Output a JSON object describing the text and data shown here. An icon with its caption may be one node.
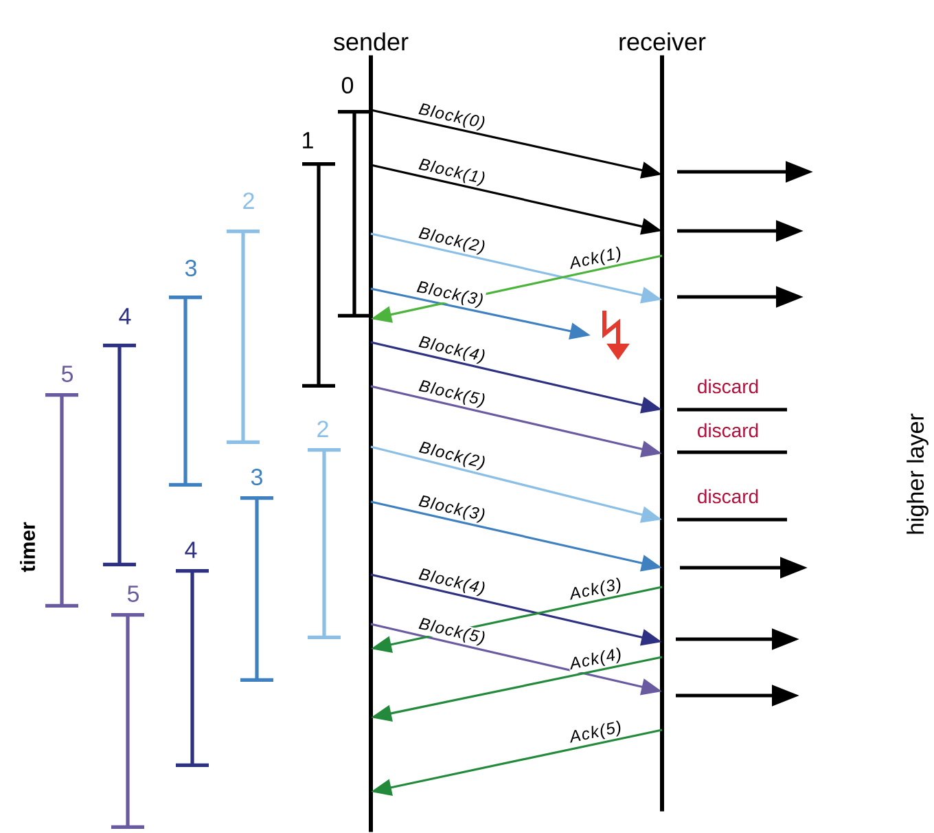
{
  "diagram": {
    "nodes": [
      {
        "text": [
          "sender"
        ]
      },
      {
        "text": [
          "receiver"
        ]
      }
    ],
    "edges": [
      {
        "from": 0,
        "to": 1,
        "arrow": "to",
        "label": "Block(0)",
        "color": "#000000"
      },
      {
        "from": 0,
        "to": 1,
        "arrow": "to",
        "label": "Block(1)",
        "color": "#000000"
      },
      {
        "from": 0,
        "to": 1,
        "arrow": "to",
        "label": "Block(2)",
        "color": "#8bbfe6"
      },
      {
        "from": 0,
        "to": null,
        "arrow": "to",
        "label": "Block(3)",
        "color": "#3f80c0"
      },
      {
        "from": 1,
        "to": 0,
        "arrow": "to",
        "label": "Ack(1)",
        "color": "#4cb43c"
      },
      {
        "from": 0,
        "to": 1,
        "arrow": "to",
        "label": "Block(4)",
        "color": "#2e3082"
      },
      {
        "from": 0,
        "to": 1,
        "arrow": "to",
        "label": "Block(5)",
        "color": "#6a5aa0"
      },
      {
        "from": 0,
        "to": 1,
        "arrow": "to",
        "label": "Block(2)",
        "color": "#8bbfe6"
      },
      {
        "from": 0,
        "to": 1,
        "arrow": "to",
        "label": "Block(3)",
        "color": "#3f80c0"
      },
      {
        "from": 0,
        "to": 1,
        "arrow": "to",
        "label": "Block(4)",
        "color": "#2e3082"
      },
      {
        "from": 0,
        "to": 1,
        "arrow": "to",
        "label": "Block(5)",
        "color": "#6a5aa0"
      },
      {
        "from": 1,
        "to": 0,
        "arrow": "to",
        "label": "Ack(3)",
        "color": "#238a3c"
      },
      {
        "from": 1,
        "to": 0,
        "arrow": "to",
        "label": "Ack(4)",
        "color": "#238a3c"
      },
      {
        "from": 1,
        "to": 0,
        "arrow": "to",
        "label": "Ack(5)",
        "color": "#238a3c"
      }
    ],
    "labels": [
      "0",
      "1",
      "2",
      "3",
      "4",
      "5",
      "2",
      "3",
      "4",
      "5",
      "discard",
      "discard",
      "discard",
      "timer",
      "higher layer"
    ]
  }
}
